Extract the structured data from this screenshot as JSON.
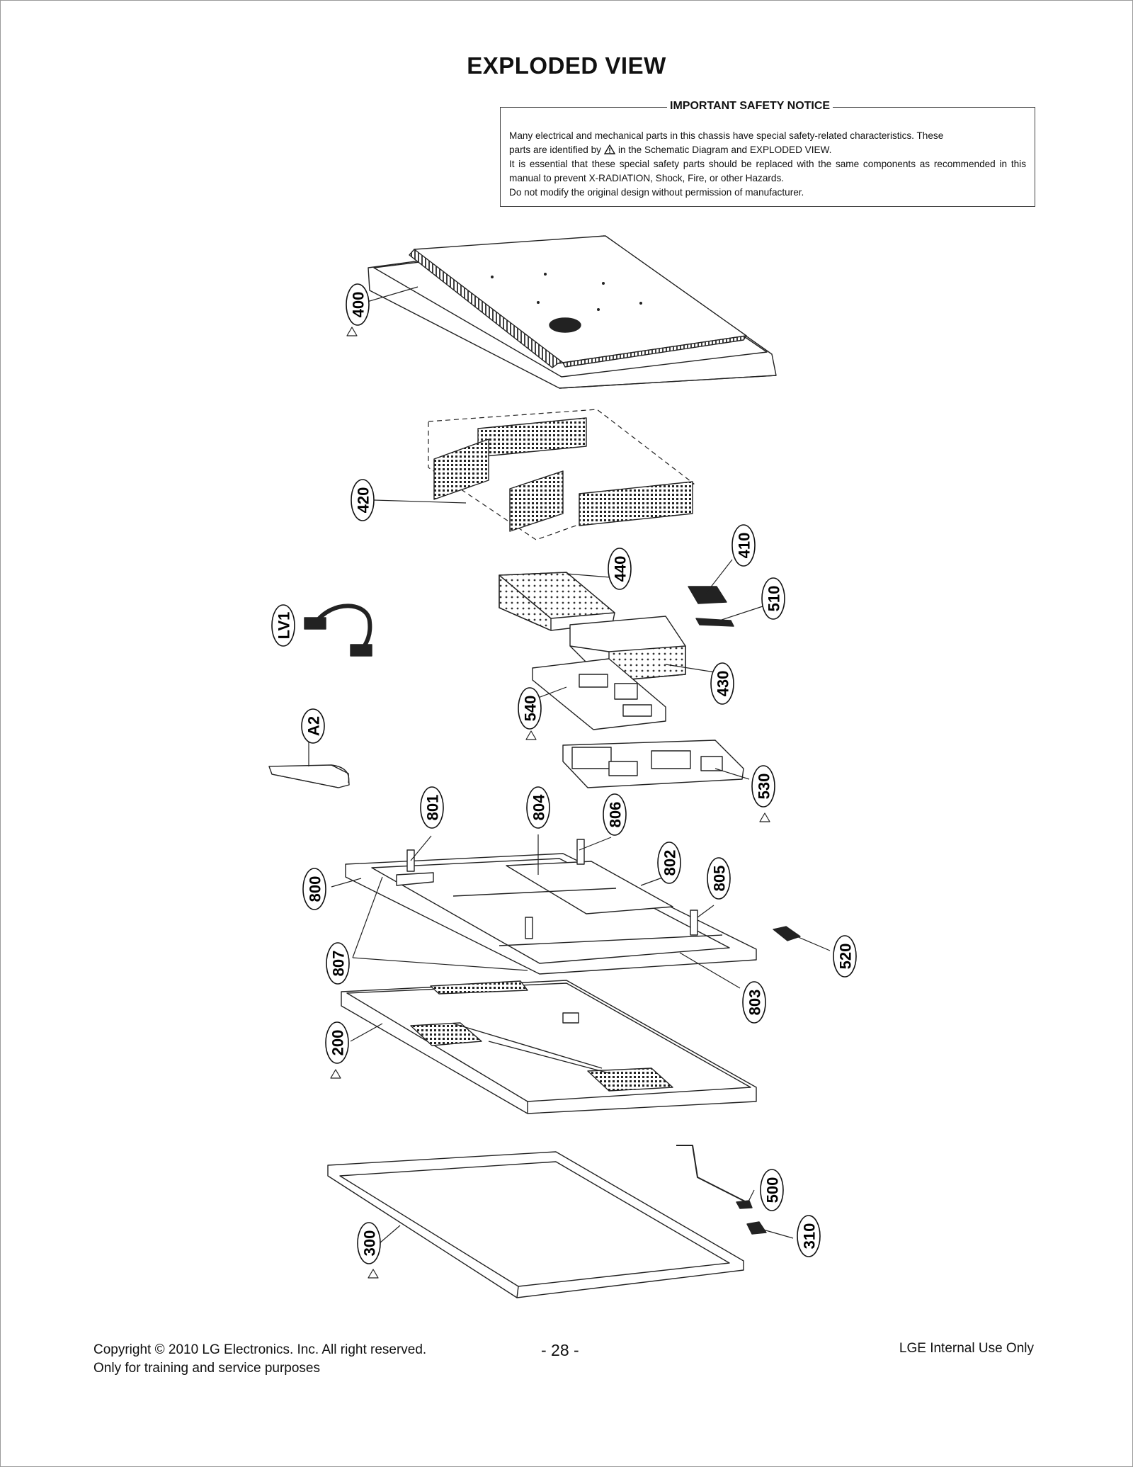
{
  "title": "EXPLODED VIEW",
  "notice": {
    "title": "IMPORTANT SAFETY NOTICE",
    "line1": "Many electrical and mechanical parts in this chassis have special safety-related characteristics. These",
    "line2_pre": "parts are identified by",
    "line2_post": "in the Schematic Diagram and EXPLODED VIEW.",
    "line3": "It is essential that these special safety parts should be replaced with the same components as recommended in this manual to prevent X-RADIATION, Shock, Fire, or other Hazards.",
    "line4": "Do not modify the original design without permission of manufacturer."
  },
  "part_labels": [
    "400",
    "420",
    "440",
    "410",
    "510",
    "LV1",
    "430",
    "540",
    "A2",
    "530",
    "801",
    "804",
    "806",
    "802",
    "805",
    "800",
    "520",
    "807",
    "803",
    "200",
    "500",
    "310",
    "300"
  ],
  "footer": {
    "copyright": "Copyright © 2010 LG Electronics. Inc. All right reserved.",
    "purpose": "Only for training and service purposes",
    "page": "- 28 -",
    "internal": "LGE Internal Use Only"
  }
}
